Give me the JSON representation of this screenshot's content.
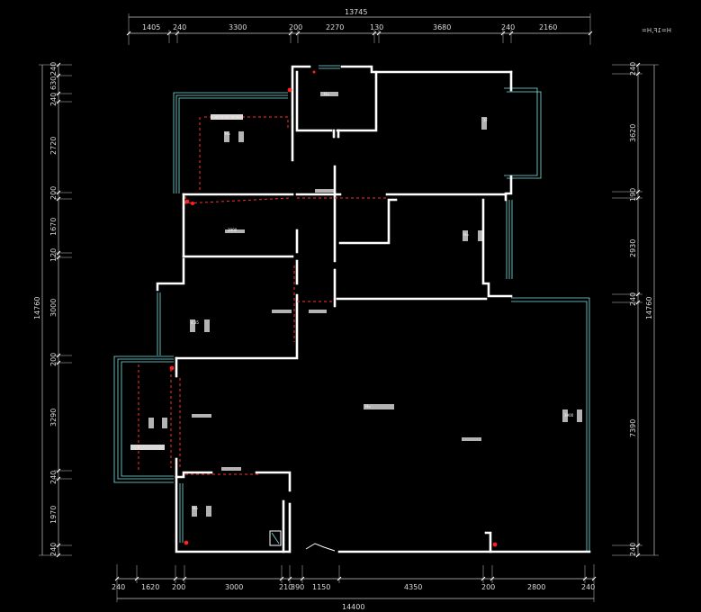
{
  "top_dims": {
    "total": "13745",
    "segments": [
      "1405",
      "240",
      "3300",
      "200",
      "2270",
      "130",
      "3680",
      "240",
      "2160"
    ]
  },
  "bottom_dims": {
    "total": "14400",
    "segments": [
      "240",
      "1620",
      "200",
      "3000",
      "210",
      "390",
      "1150",
      "4350",
      "200",
      "2800",
      "240"
    ]
  },
  "left_dims": {
    "total": "14760",
    "segments": [
      "240",
      "630",
      "240",
      "2720",
      "200",
      "1670",
      "120",
      "3000",
      "200",
      "3290",
      "240",
      "1970",
      "240"
    ]
  },
  "right_dims": {
    "total": "14760",
    "segments": [
      "240",
      "3620",
      "190",
      "2930",
      "240",
      "7390",
      "240"
    ]
  },
  "corner_note": "H=1F,H=",
  "room_labels": [
    "H=",
    "1F",
    "H=",
    "3900",
    "H=",
    "4.35",
    "H=",
    "3900",
    "H="
  ]
}
